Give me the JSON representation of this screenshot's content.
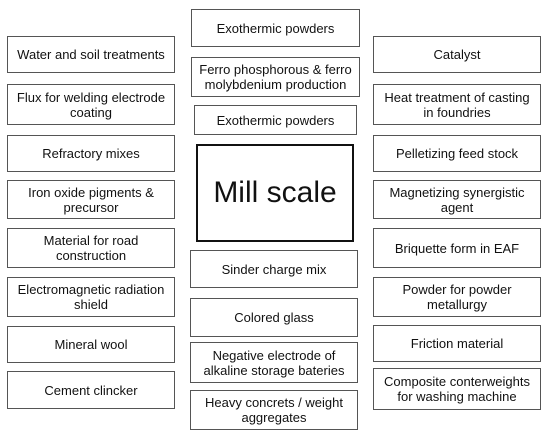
{
  "diagram": {
    "center_label": "Mill scale",
    "left_column": [
      "Water and soil treatments",
      "Flux for welding electrode coating",
      "Refractory mixes",
      "Iron oxide pigments & precursor",
      "Material for road construction",
      "Electromagnetic radiation shield",
      "Mineral wool",
      "Cement clincker"
    ],
    "middle_top": [
      "Exothermic powders",
      "Ferro phosphorous & ferro molybdenium production",
      "Exothermic powders"
    ],
    "middle_bottom": [
      "Sinder charge mix",
      "Colored glass",
      "Negative electrode of alkaline storage bateries",
      "Heavy concrets / weight aggregates"
    ],
    "right_column": [
      "Catalyst",
      "Heat treatment of casting in foundries",
      "Pelletizing feed stock",
      "Magnetizing synergistic agent",
      "Briquette form in EAF",
      "Powder for powder metallurgy",
      "Friction material",
      "Composite conterweights for washing machine"
    ]
  }
}
